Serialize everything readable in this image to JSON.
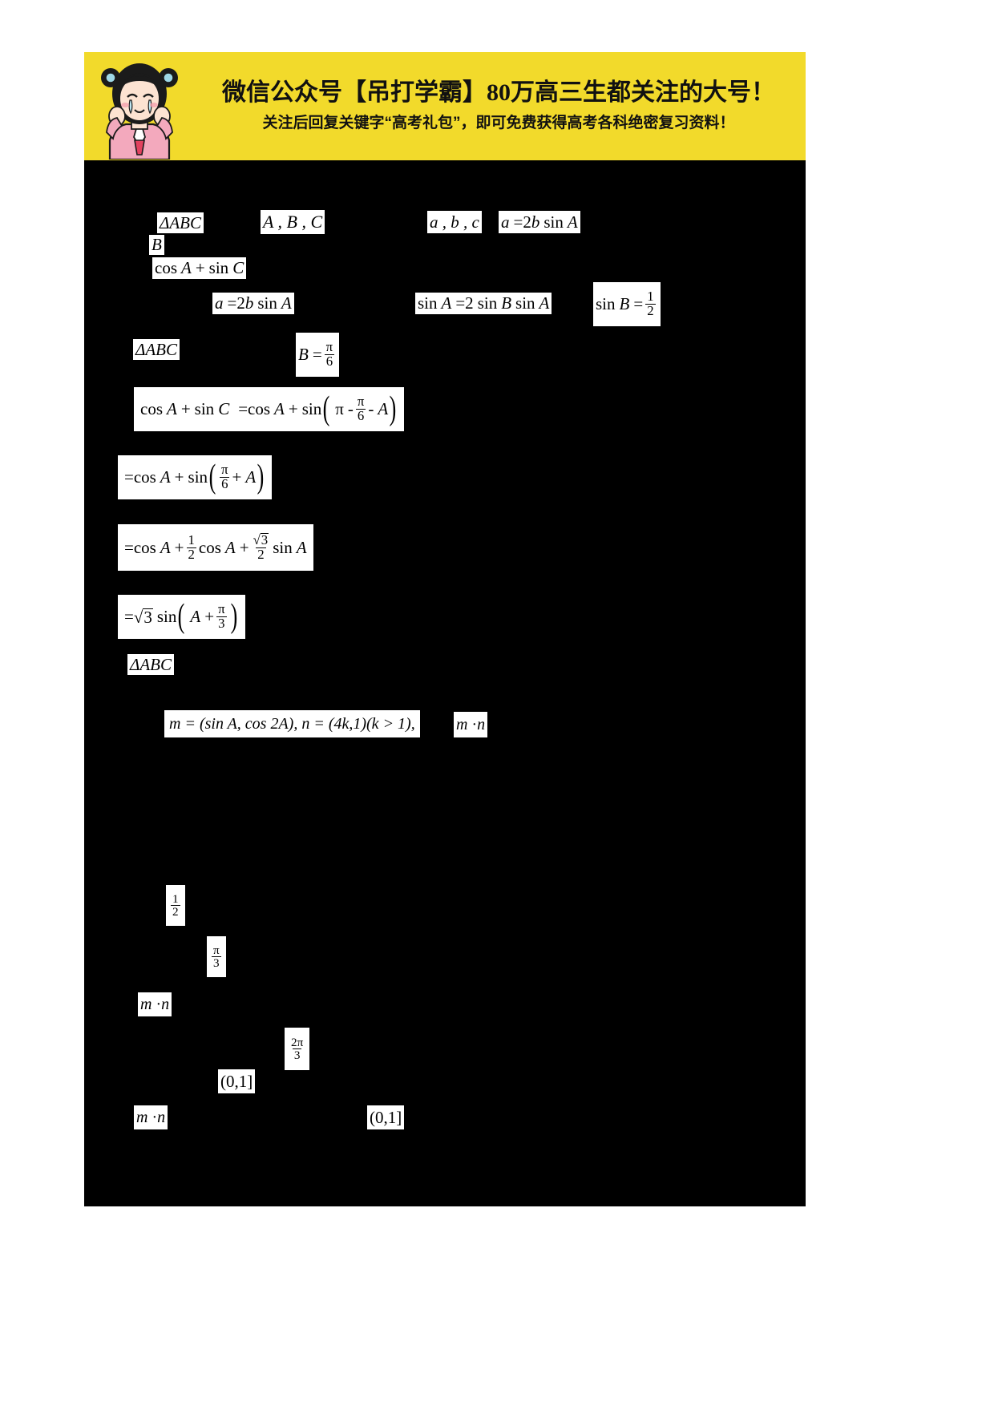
{
  "document": {
    "page_background": "#ffffff",
    "sheet_background": "#000000",
    "kind": "scanned-math-worksheet"
  },
  "banner": {
    "background_color": "#f2da2b",
    "text_color": "#111111",
    "line1": "微信公众号【吊打学霸】80万高三生都关注的大号！",
    "line2": "关注后回复关键字“高考礼包”，即可免费获得高考各科绝密复习资料！",
    "avatar_icon": "cartoon-girl-icon"
  },
  "fragments": {
    "f01": "ΔABC",
    "f02": "A , B , C",
    "f03": "a , b , c",
    "f04": "a = 2b sin A",
    "f05": "B",
    "f06": "cos A + sin C",
    "f07": "a = 2b sin A",
    "f08": "sin A = 2 sin B sin A",
    "f09_lhs": "sin B =",
    "f09_num": "1",
    "f09_den": "2",
    "f10": "ΔABC",
    "f11_lhs": "B =",
    "f11_num": "π",
    "f11_den": "6",
    "f12_a": "cos A + sin C  = cos A + sin",
    "f12_paren_open": "(",
    "f12_inner_pre": "π -",
    "f12_num": "π",
    "f12_den": "6",
    "f12_inner_post": "- A",
    "f12_paren_close": ")",
    "f13_a": "= cos A + sin",
    "f13_num": "π",
    "f13_den": "6",
    "f13_post": "+ A",
    "f14_a": "= cos A +",
    "f14_num1": "1",
    "f14_den1": "2",
    "f14_mid": "cos A +",
    "f14_num2": "√3",
    "f14_den2": "2",
    "f14_post": "sin A",
    "f15_a": "=",
    "f15_rad": "√3",
    "f15_sin": "sin",
    "f15_inner": "A +",
    "f15_num": "π",
    "f15_den": "3",
    "f16": "ΔABC",
    "f17": "m = (sin A, cos 2A), n = (4k,1)(k > 1),",
    "f18": "m · n",
    "f19_num": "1",
    "f19_den": "2",
    "f20_num": "π",
    "f20_den": "3",
    "f21": "m · n",
    "f22_num": "2π",
    "f22_den": "3",
    "f23": "(0,1]",
    "f24": "m · n",
    "f25": "(0,1]"
  }
}
